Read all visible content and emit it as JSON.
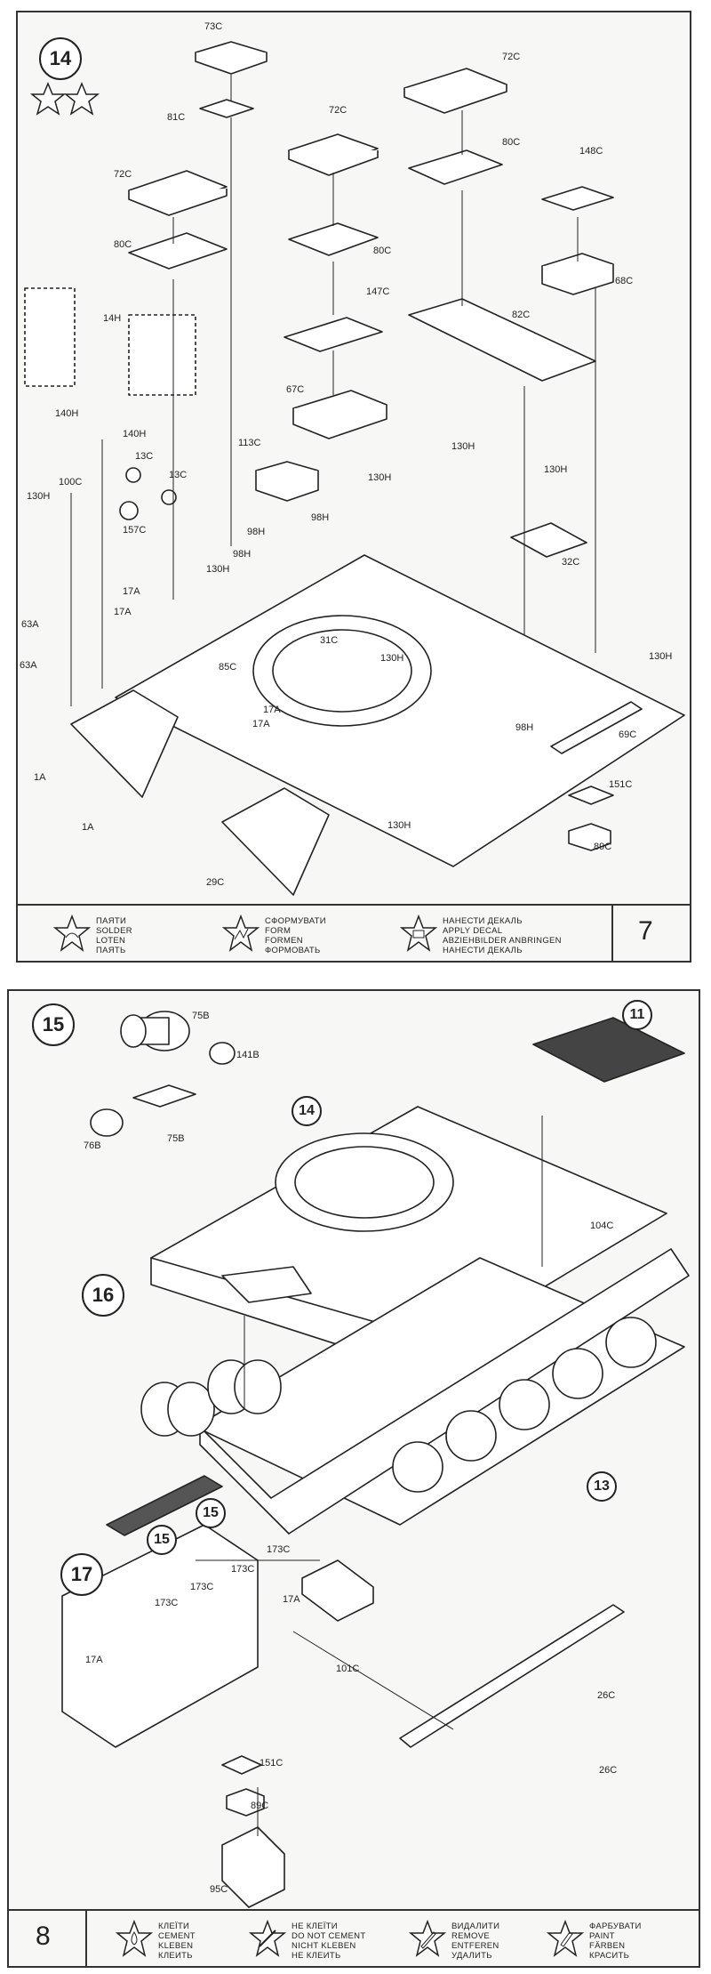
{
  "page7": {
    "page_number": "7",
    "step": "14",
    "labels": [
      "73C",
      "72C",
      "81C",
      "72C",
      "72C",
      "80C",
      "148C",
      "80C",
      "80C",
      "68C",
      "147C",
      "82C",
      "14H",
      "67C",
      "140H",
      "140H",
      "113C",
      "13C",
      "100C",
      "13C",
      "130H",
      "130H",
      "157C",
      "130H",
      "98H",
      "98H",
      "130H",
      "98H",
      "32C",
      "17A",
      "130H",
      "17A",
      "63A",
      "31C",
      "130H",
      "85C",
      "63A",
      "130H",
      "17A",
      "17A",
      "98H",
      "69C",
      "1A",
      "151C",
      "1A",
      "130H",
      "89C",
      "29C"
    ],
    "legend": [
      {
        "lines": [
          "ПАЯТИ",
          "SOLDER",
          "LOTEN",
          "ПАЯТЬ"
        ]
      },
      {
        "lines": [
          "СФОРМУВАТИ",
          "FORM",
          "FORMEN",
          "ФОРМОВАТЬ"
        ]
      },
      {
        "lines": [
          "НАНЕСТИ ДЕКАЛЬ",
          "APPLY DECAL",
          "ABZIEHBILDER ANBRINGEN",
          "НАНЕСТИ ДЕКАЛЬ"
        ]
      }
    ]
  },
  "page8": {
    "page_number": "8",
    "steps": [
      "15",
      "16",
      "17"
    ],
    "refs": [
      "11",
      "14",
      "13",
      "15",
      "15"
    ],
    "labels": [
      "75B",
      "141B",
      "76B",
      "75B",
      "104C",
      "173C",
      "173C",
      "173C",
      "173C",
      "17A",
      "17A",
      "101C",
      "26C",
      "151C",
      "26C",
      "89C",
      "95C"
    ],
    "legend": [
      {
        "lines": [
          "КЛЕЇТИ",
          "CEMENT",
          "KLEBEN",
          "КЛЕИТЬ"
        ]
      },
      {
        "lines": [
          "НЕ КЛЕЇТИ",
          "DO NOT CEMENT",
          "NICHT KLEBEN",
          "НЕ КЛЕИТЬ"
        ]
      },
      {
        "lines": [
          "ВИДАЛИТИ",
          "REMOVE",
          "ENTFEREN",
          "УДАЛИТЬ"
        ]
      },
      {
        "lines": [
          "ФАРБУВАТИ",
          "PAINT",
          "FÄRBEN",
          "КРАСИТЬ"
        ]
      }
    ]
  }
}
